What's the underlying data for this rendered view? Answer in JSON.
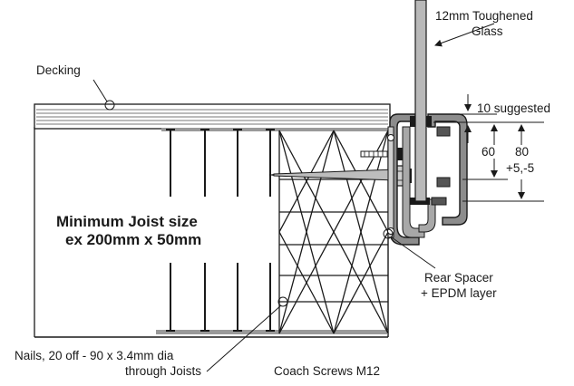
{
  "labels": {
    "glass_line1": "12mm Toughened",
    "glass_line2": "Glass",
    "decking": "Decking",
    "dim_top": "10 suggested",
    "dim_60": "60",
    "dim_80": "80",
    "dim_tol": "+5,-5",
    "joist_line1": "Minimum Joist size",
    "joist_line2": "ex 200mm x 50mm",
    "spacer_line1": "Rear Spacer",
    "spacer_line2": "+ EPDM layer",
    "nails_line1": "Nails, 20 off - 90 x 3.4mm dia",
    "nails_line2": "through Joists",
    "coach": "Coach Screws M12"
  },
  "colors": {
    "line": "#1a1a1a",
    "glass": "#b9b9b9",
    "profile": "#8c8c8c",
    "deck_lines": "#555555"
  }
}
